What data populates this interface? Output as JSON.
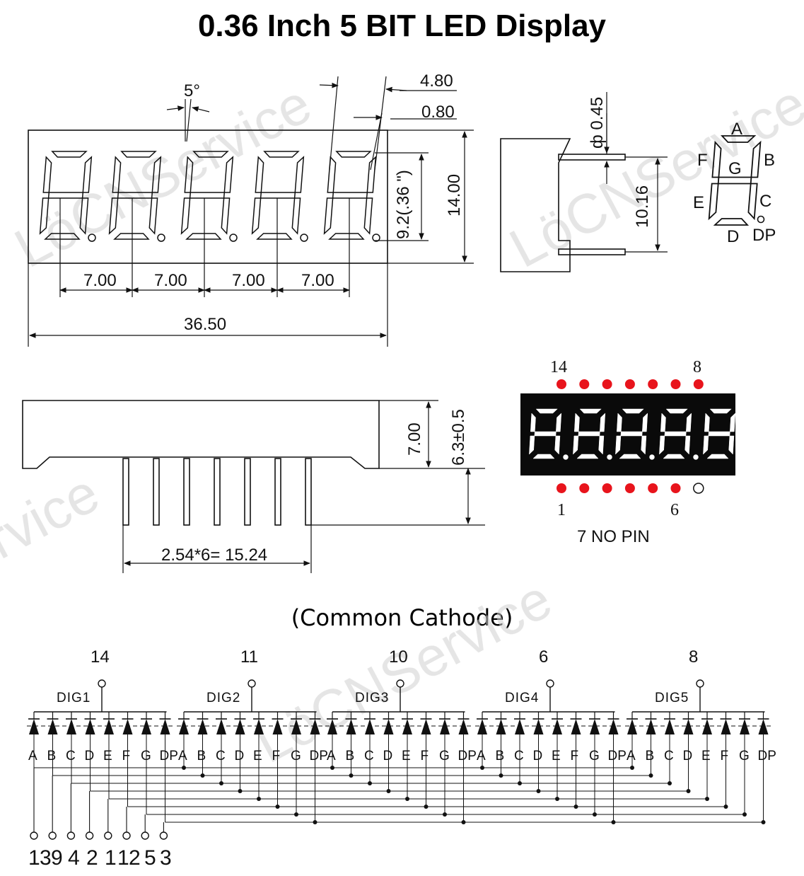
{
  "title": "0.36 Inch 5 BIT LED Display",
  "subtitle": "(Common Cathode)",
  "front_view": {
    "angle": "5°",
    "dim_4_80": "4.80",
    "dim_0_80": "0.80",
    "digit_height": "9.2(.36 \")",
    "height": "14.00",
    "pitch": [
      "7.00",
      "7.00",
      "7.00",
      "7.00"
    ],
    "width": "36.50"
  },
  "side_view": {
    "pin_diameter": "ф 0.45",
    "pin_spacing": "10.16"
  },
  "segment_map": {
    "labels": [
      "A",
      "B",
      "C",
      "D",
      "E",
      "F",
      "G",
      "DP"
    ]
  },
  "bottom_view": {
    "body_height": "7.00",
    "pin_length": "6.3±0.5",
    "pin_span": "2.54*6= 15.24"
  },
  "pinout": {
    "top_first": "14",
    "top_last": "8",
    "bottom_first": "1",
    "bottom_last": "6",
    "note": "7 NO PIN",
    "led_color": "#e8141c",
    "display_bg": "#0a0a0a",
    "digit_color": "#ffffff"
  },
  "schematic": {
    "digits": [
      {
        "name": "DIG1",
        "pin": "14"
      },
      {
        "name": "DIG2",
        "pin": "11"
      },
      {
        "name": "DIG3",
        "pin": "10"
      },
      {
        "name": "DIG4",
        "pin": "6"
      },
      {
        "name": "DIG5",
        "pin": "8"
      }
    ],
    "segments": [
      "A",
      "B",
      "C",
      "D",
      "E",
      "F",
      "G",
      "DP"
    ],
    "bottom_pins": [
      "1",
      "3",
      "9",
      "4",
      "2",
      "1",
      "1",
      "2",
      "5",
      "3"
    ]
  },
  "watermark": "LöCNService"
}
